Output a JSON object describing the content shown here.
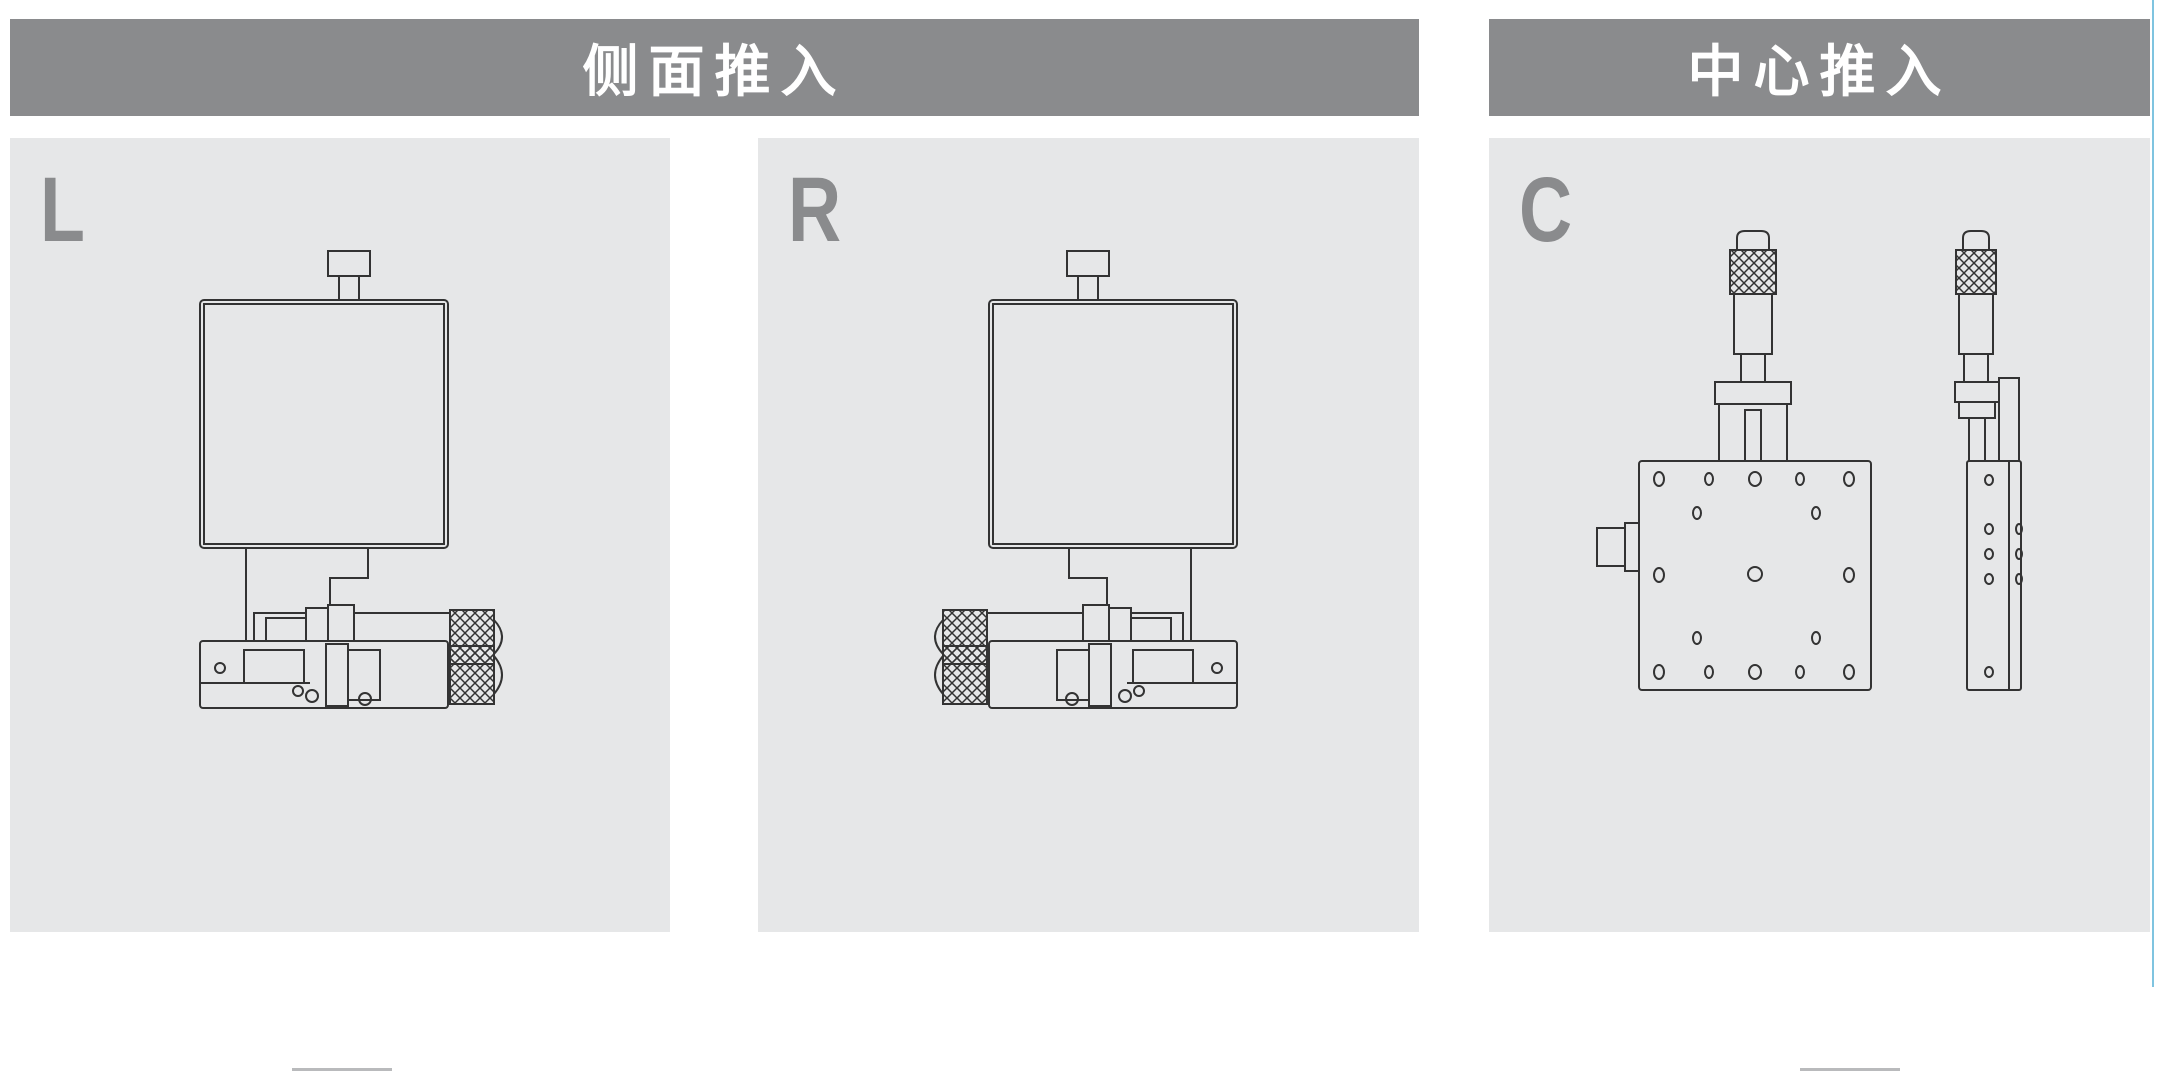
{
  "headers": {
    "side_push": "侧面推入",
    "center_push": "中心推入"
  },
  "panels": [
    {
      "id": "L",
      "label": "L"
    },
    {
      "id": "R",
      "label": "R"
    },
    {
      "id": "C",
      "label": "C"
    }
  ],
  "colors": {
    "header_bg": "#8a8b8d",
    "panel_bg": "#e6e7e8",
    "line": "#333333"
  }
}
